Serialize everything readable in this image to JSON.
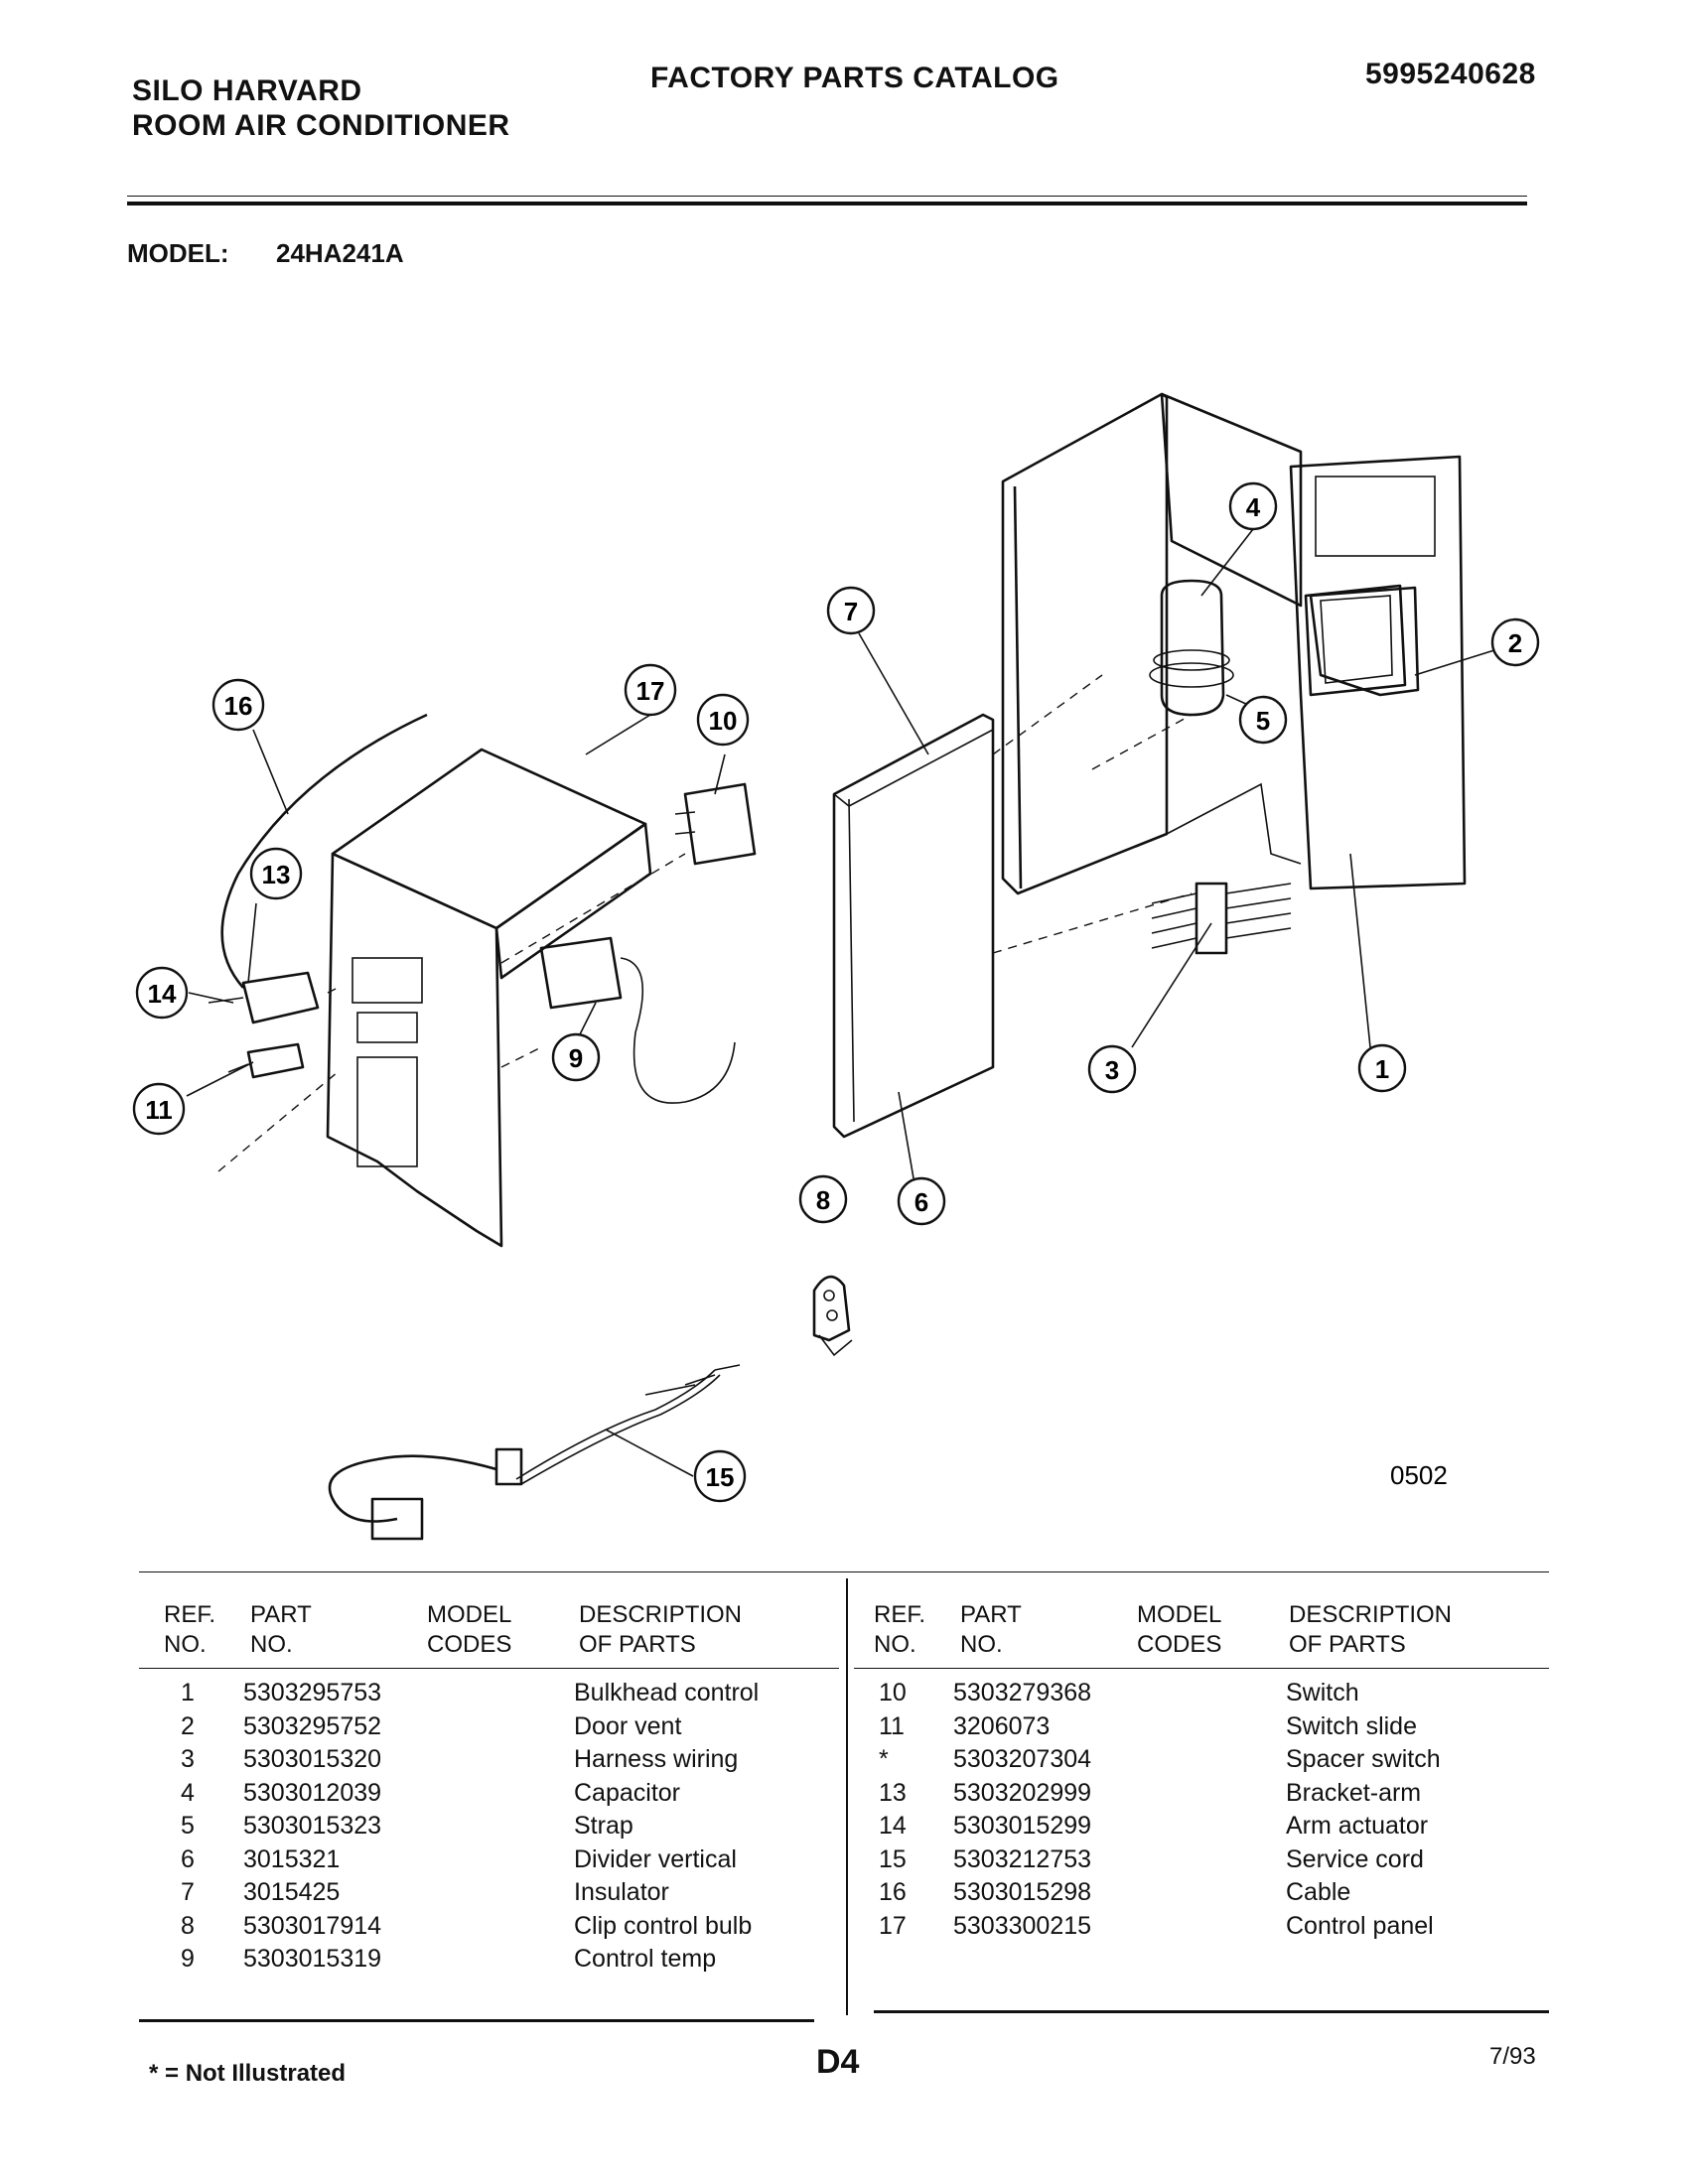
{
  "header": {
    "brand": "SILO HARVARD",
    "product": "ROOM AIR CONDITIONER",
    "catalog": "FACTORY PARTS CATALOG",
    "doc_number": "5995240628"
  },
  "model": {
    "label": "MODEL:",
    "value": "24HA241A"
  },
  "diagram": {
    "code": "0502",
    "callouts": [
      "1",
      "2",
      "3",
      "4",
      "5",
      "6",
      "7",
      "8",
      "9",
      "10",
      "11",
      "13",
      "14",
      "15",
      "16",
      "17"
    ]
  },
  "table": {
    "headers": {
      "ref_line1": "REF.",
      "ref_line2": "NO.",
      "part_line1": "PART",
      "part_line2": "NO.",
      "model_line1": "MODEL",
      "model_line2": "CODES",
      "desc_line1": "DESCRIPTION",
      "desc_line2": "OF PARTS"
    },
    "left_rows": [
      {
        "ref": "1",
        "part": "5303295753",
        "codes": "",
        "desc": "Bulkhead control"
      },
      {
        "ref": "2",
        "part": "5303295752",
        "codes": "",
        "desc": "Door vent"
      },
      {
        "ref": "3",
        "part": "5303015320",
        "codes": "",
        "desc": "Harness wiring"
      },
      {
        "ref": "4",
        "part": "5303012039",
        "codes": "",
        "desc": "Capacitor"
      },
      {
        "ref": "5",
        "part": "5303015323",
        "codes": "",
        "desc": "Strap"
      },
      {
        "ref": "6",
        "part": "3015321",
        "codes": "",
        "desc": "Divider vertical"
      },
      {
        "ref": "7",
        "part": "3015425",
        "codes": "",
        "desc": "Insulator"
      },
      {
        "ref": "8",
        "part": "5303017914",
        "codes": "",
        "desc": "Clip control bulb"
      },
      {
        "ref": "9",
        "part": "5303015319",
        "codes": "",
        "desc": "Control temp"
      }
    ],
    "right_rows": [
      {
        "ref": "10",
        "part": "5303279368",
        "codes": "",
        "desc": "Switch"
      },
      {
        "ref": "11",
        "part": "3206073",
        "codes": "",
        "desc": "Switch slide"
      },
      {
        "ref": "*",
        "part": "5303207304",
        "codes": "",
        "desc": "Spacer switch"
      },
      {
        "ref": "13",
        "part": "5303202999",
        "codes": "",
        "desc": "Bracket-arm"
      },
      {
        "ref": "14",
        "part": "5303015299",
        "codes": "",
        "desc": "Arm actuator"
      },
      {
        "ref": "15",
        "part": "5303212753",
        "codes": "",
        "desc": "Service cord"
      },
      {
        "ref": "16",
        "part": "5303015298",
        "codes": "",
        "desc": "Cable"
      },
      {
        "ref": "17",
        "part": "5303300215",
        "codes": "",
        "desc": "Control panel"
      }
    ]
  },
  "footer": {
    "note": "* = Not Illustrated",
    "page": "D4",
    "date": "7/93"
  }
}
